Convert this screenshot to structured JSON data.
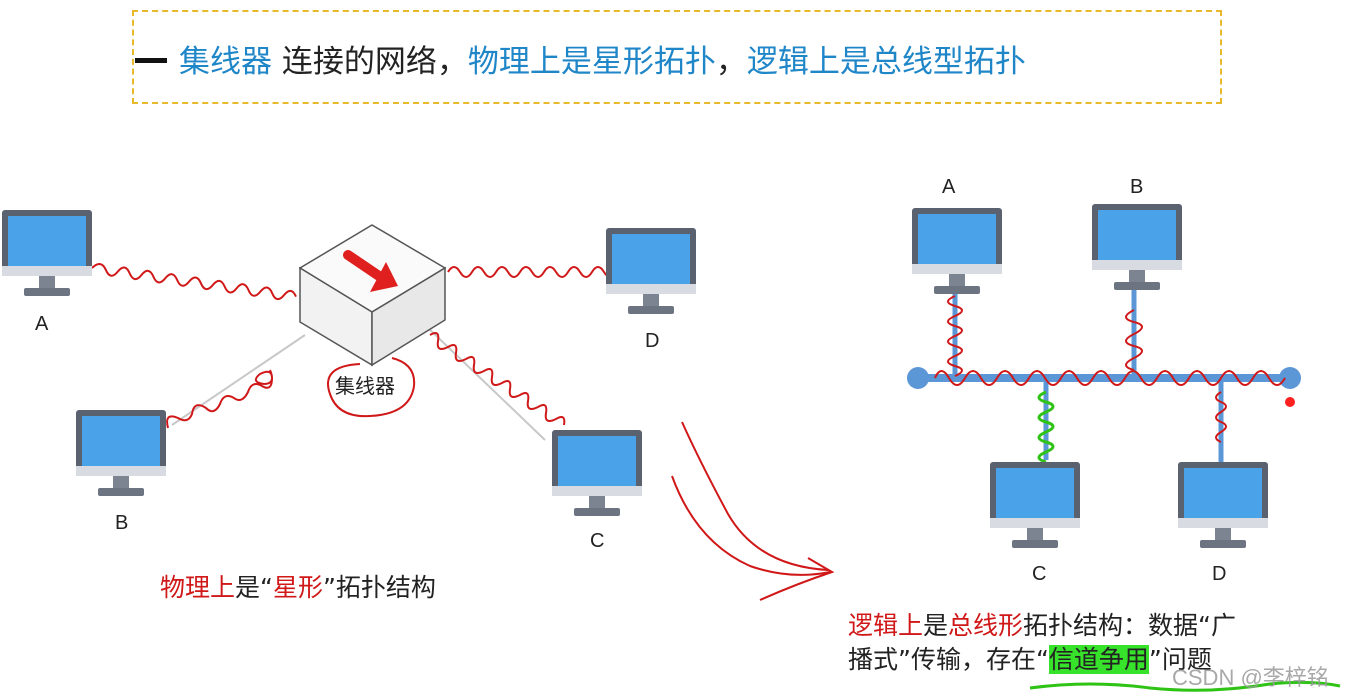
{
  "title": {
    "part1": "集线器",
    "part2": " 连接的网络，",
    "part3": "物理上是星形拓扑",
    "part4": "，",
    "part5": "逻辑上是总线型拓扑"
  },
  "star": {
    "hub_label": "集线器",
    "computers": [
      "A",
      "B",
      "C",
      "D"
    ],
    "caption": {
      "red1": "物理上",
      "t1": "是“",
      "red2": "星形",
      "t2": "”拓扑结构"
    }
  },
  "bus": {
    "computers": [
      "A",
      "B",
      "C",
      "D"
    ],
    "caption": {
      "red1": "逻辑上",
      "t1": "是",
      "red2": "总线形",
      "t2": "拓扑结构：数据“广",
      "t3": "播式”传输，存在“",
      "hl": "信道争用",
      "t4": "”问题"
    }
  },
  "watermark": "CSDN @李梓铭",
  "colors": {
    "blue": "#1f86c8",
    "red": "#d01818",
    "highlight": "#37e22b",
    "bus": "#5b97d6"
  }
}
